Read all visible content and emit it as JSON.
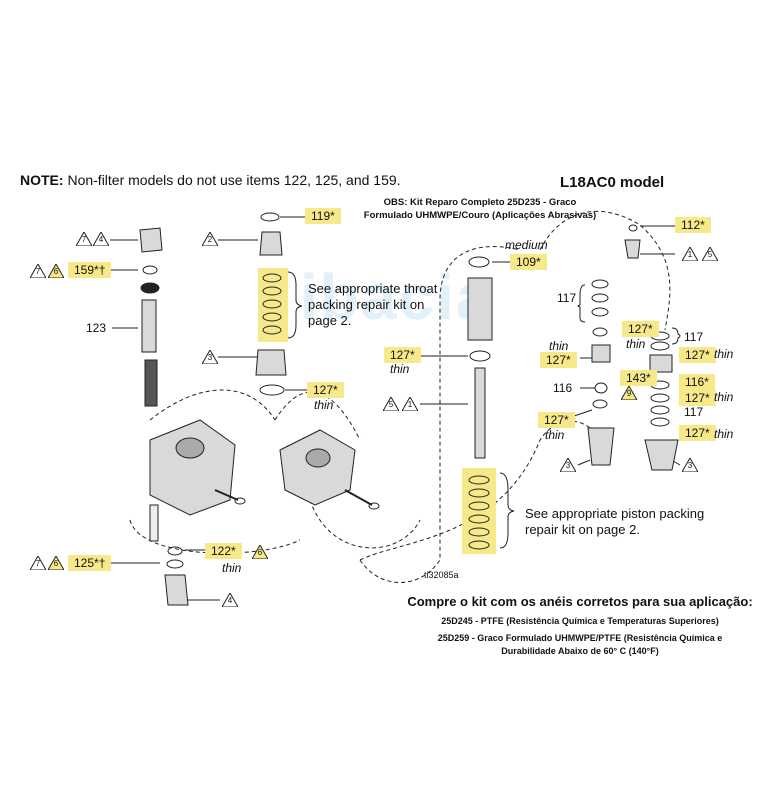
{
  "note": {
    "bold": "NOTE:",
    "text": "Non-filter models do not use items 122, 125, and 159."
  },
  "model_title": "L18AC0 model",
  "obs": {
    "line1": "OBS: Kit Reparo Completo 25D235 - Graco",
    "line2": "Formulado UHMWPE/Couro (Aplicações Abrasivas)"
  },
  "watermark": "ibacia",
  "callouts": {
    "c119": "119*",
    "c159": "159*†",
    "c123": "123",
    "c127a": "127*",
    "c127b": "127*",
    "c109": "109*",
    "c112": "112*",
    "c117a": "117",
    "c127c": "127*",
    "c117b": "117",
    "c127d": "127*",
    "c127e": "127*",
    "c116a": "116",
    "c143": "143*",
    "c116b": "116*",
    "c127f": "127*",
    "c117c": "117",
    "c127g": "127*",
    "c127h": "127*",
    "c125": "125*†",
    "c122": "122*",
    "medium": "medium",
    "thin": "thin"
  },
  "triangles": [
    "7",
    "4",
    "2",
    "7",
    "6",
    "3",
    "5",
    "1",
    "1",
    "5",
    "3",
    "3",
    "9",
    "7",
    "6",
    "6",
    "4"
  ],
  "captions": {
    "throat": [
      "See appropriate throat",
      "packing repair kit on",
      "page 2."
    ],
    "piston": [
      "See appropriate piston packing",
      "repair kit on page 2."
    ]
  },
  "figure_id": "ti32085a",
  "purchase": {
    "title": "Compre o kit com os anéis corretos para sua aplicação:",
    "kit1": "25D245 - PTFE (Resistência Química e Temperaturas Superiores)",
    "kit2_line1": "25D259 - Graco Formulado UHMWPE/PTFE (Resistência Química e",
    "kit2_line2": "Durabilidade Abaixo de 60° C (140°F)"
  },
  "colors": {
    "highlight": "#f7e98a",
    "line": "#222222",
    "part_fill": "#d9d9d9"
  }
}
